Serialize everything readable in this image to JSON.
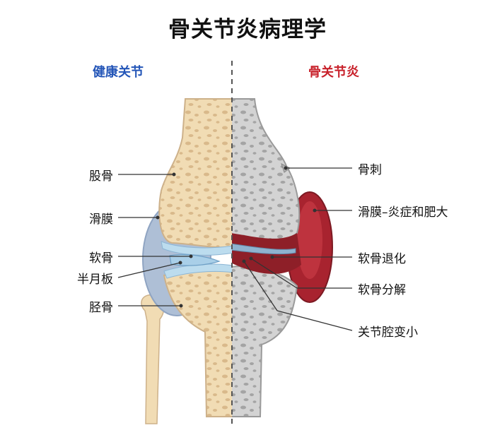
{
  "title": "骨关节炎病理学",
  "healthy": {
    "heading": "健康关节",
    "heading_color": "#2456b8",
    "labels": {
      "femur": "股骨",
      "synovium": "滑膜",
      "cartilage": "软骨",
      "meniscus": "半月板",
      "tibia": "胫骨"
    }
  },
  "arthritis": {
    "heading": "骨关节炎",
    "heading_color": "#c8212b",
    "labels": {
      "osteophyte": "骨刺",
      "synovium_inflamed": "滑膜–炎症和肥大",
      "cartilage_degeneration": "软骨退化",
      "cartilage_breakdown": "软骨分解",
      "joint_space_narrowing": "关节腔变小"
    }
  },
  "colors": {
    "healthy_bone": "#f1dcb4",
    "healthy_marrow": "#d9b98b",
    "diseased_bone": "#d3d3d3",
    "diseased_marrow": "#a4a4a4",
    "synovium_healthy": "#aebfd6",
    "cartilage_healthy": "#bcdcee",
    "inflamed": "#a8232f",
    "divider": "#555555"
  }
}
